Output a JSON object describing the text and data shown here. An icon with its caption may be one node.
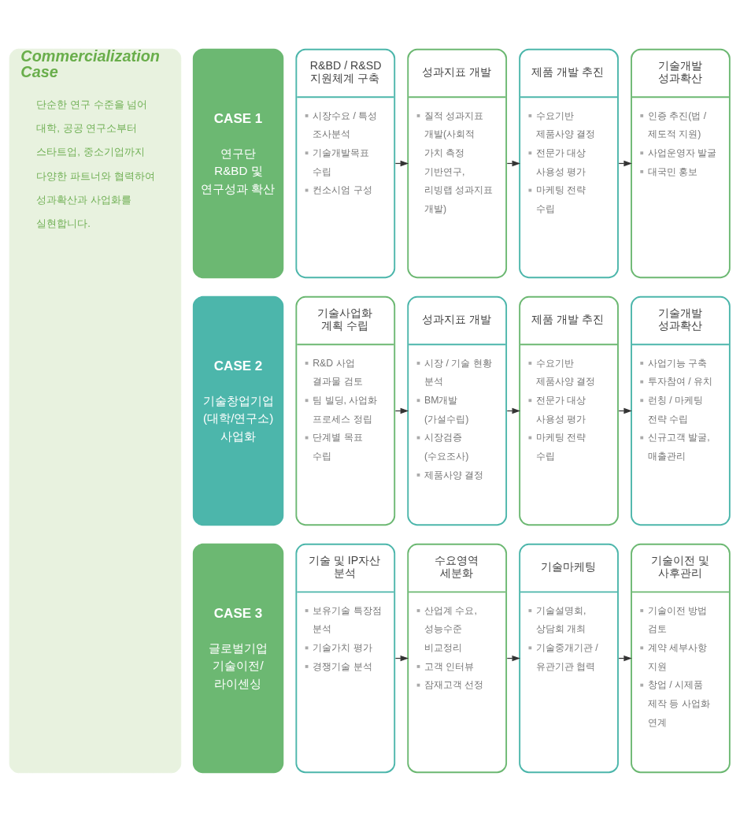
{
  "diagram": {
    "nodes": [
      {
        "text": [
          "Commercialization Case",
          "단순한 연구 수준을 넘어 대학, 공공 연구소부터 스타트업, 중소기업까지 다양한 파트너와 협력하여 성과확산과 사업화를 실현합니다."
        ]
      },
      {
        "text": [
          "CASE 1",
          "연구단 R&BD 및 연구성과 확산"
        ]
      },
      {
        "text": [
          "R&BD / R&SD 지원체계 구축",
          "시장수요 / 특성 조사분석",
          "기술개발목표 수립",
          "컨소시엄 구성"
        ]
      },
      {
        "text": [
          "성과지표 개발",
          "질적 성과지표 개발(사회적 가치 측정 기반연구, 리빙랩 성과지표 개발)"
        ]
      },
      {
        "text": [
          "제품 개발 추진",
          "수요기반 제품사양 결정",
          "전문가 대상 사용성 평가",
          "마케팅 전략 수립"
        ]
      },
      {
        "text": [
          "기술개발 성과확산",
          "인증 추진(법 / 제도적 지원)",
          "사업운영자 발굴",
          "대국민 홍보"
        ]
      },
      {
        "text": [
          "CASE 2",
          "기술창업기업 (대학/연구소) 사업화"
        ]
      },
      {
        "text": [
          "기술사업화 계획 수립",
          "R&D 사업 결과물 검토",
          "팀 빌딩, 사업화 프로세스 정립",
          "단계별 목표 수립"
        ]
      },
      {
        "text": [
          "성과지표 개발",
          "시장 / 기술 현황 분석",
          "BM개발 (가설수립)",
          "시장검증 (수요조사)",
          "제품사양 결정"
        ]
      },
      {
        "text": [
          "제품 개발 추진",
          "수요기반 제품사양 결정",
          "전문가 대상 사용성 평가",
          "마케팅 전략 수립"
        ]
      },
      {
        "text": [
          "기술개발 성과확산",
          "사업기능 구축",
          "투자참여 / 유치",
          "런칭 / 마케팅 전략 수립",
          "신규고객 발굴, 매출관리"
        ]
      },
      {
        "text": [
          "CASE 3",
          "글로벌기업 기술이전/ 라이센싱"
        ]
      },
      {
        "text": [
          "기술 및 IP자산 분석",
          "보유기술 특장점 분석",
          "기술가치 평가",
          "경쟁기술 분석"
        ]
      },
      {
        "text": [
          "수요영역 세분화",
          "산업계 수요, 성능수준 비교정리",
          "고객 인터뷰",
          "잠재고객 선정"
        ]
      },
      {
        "text": [
          "기술마케팅",
          "기술설명회, 상담회 개최",
          "기술중개기관 / 유관기관 협력"
        ]
      },
      {
        "text": [
          "기술이전 및 사후관리",
          "기술이전 방법 검토",
          "계약 세부사항 지원",
          "창업 / 시제품 제작 등 사업화 연계"
        ]
      }
    ],
    "edges": [
      {
        "from": 2,
        "to": 3,
        "arrow": "to"
      },
      {
        "from": 3,
        "to": 4,
        "arrow": "to"
      },
      {
        "from": 4,
        "to": 5,
        "arrow": "to"
      },
      {
        "from": 7,
        "to": 8,
        "arrow": "to"
      },
      {
        "from": 8,
        "to": 9,
        "arrow": "to"
      },
      {
        "from": 9,
        "to": 10,
        "arrow": "to"
      },
      {
        "from": 12,
        "to": 13,
        "arrow": "to"
      },
      {
        "from": 13,
        "to": 14,
        "arrow": "to"
      },
      {
        "from": 14,
        "to": 15,
        "arrow": "to"
      }
    ]
  }
}
